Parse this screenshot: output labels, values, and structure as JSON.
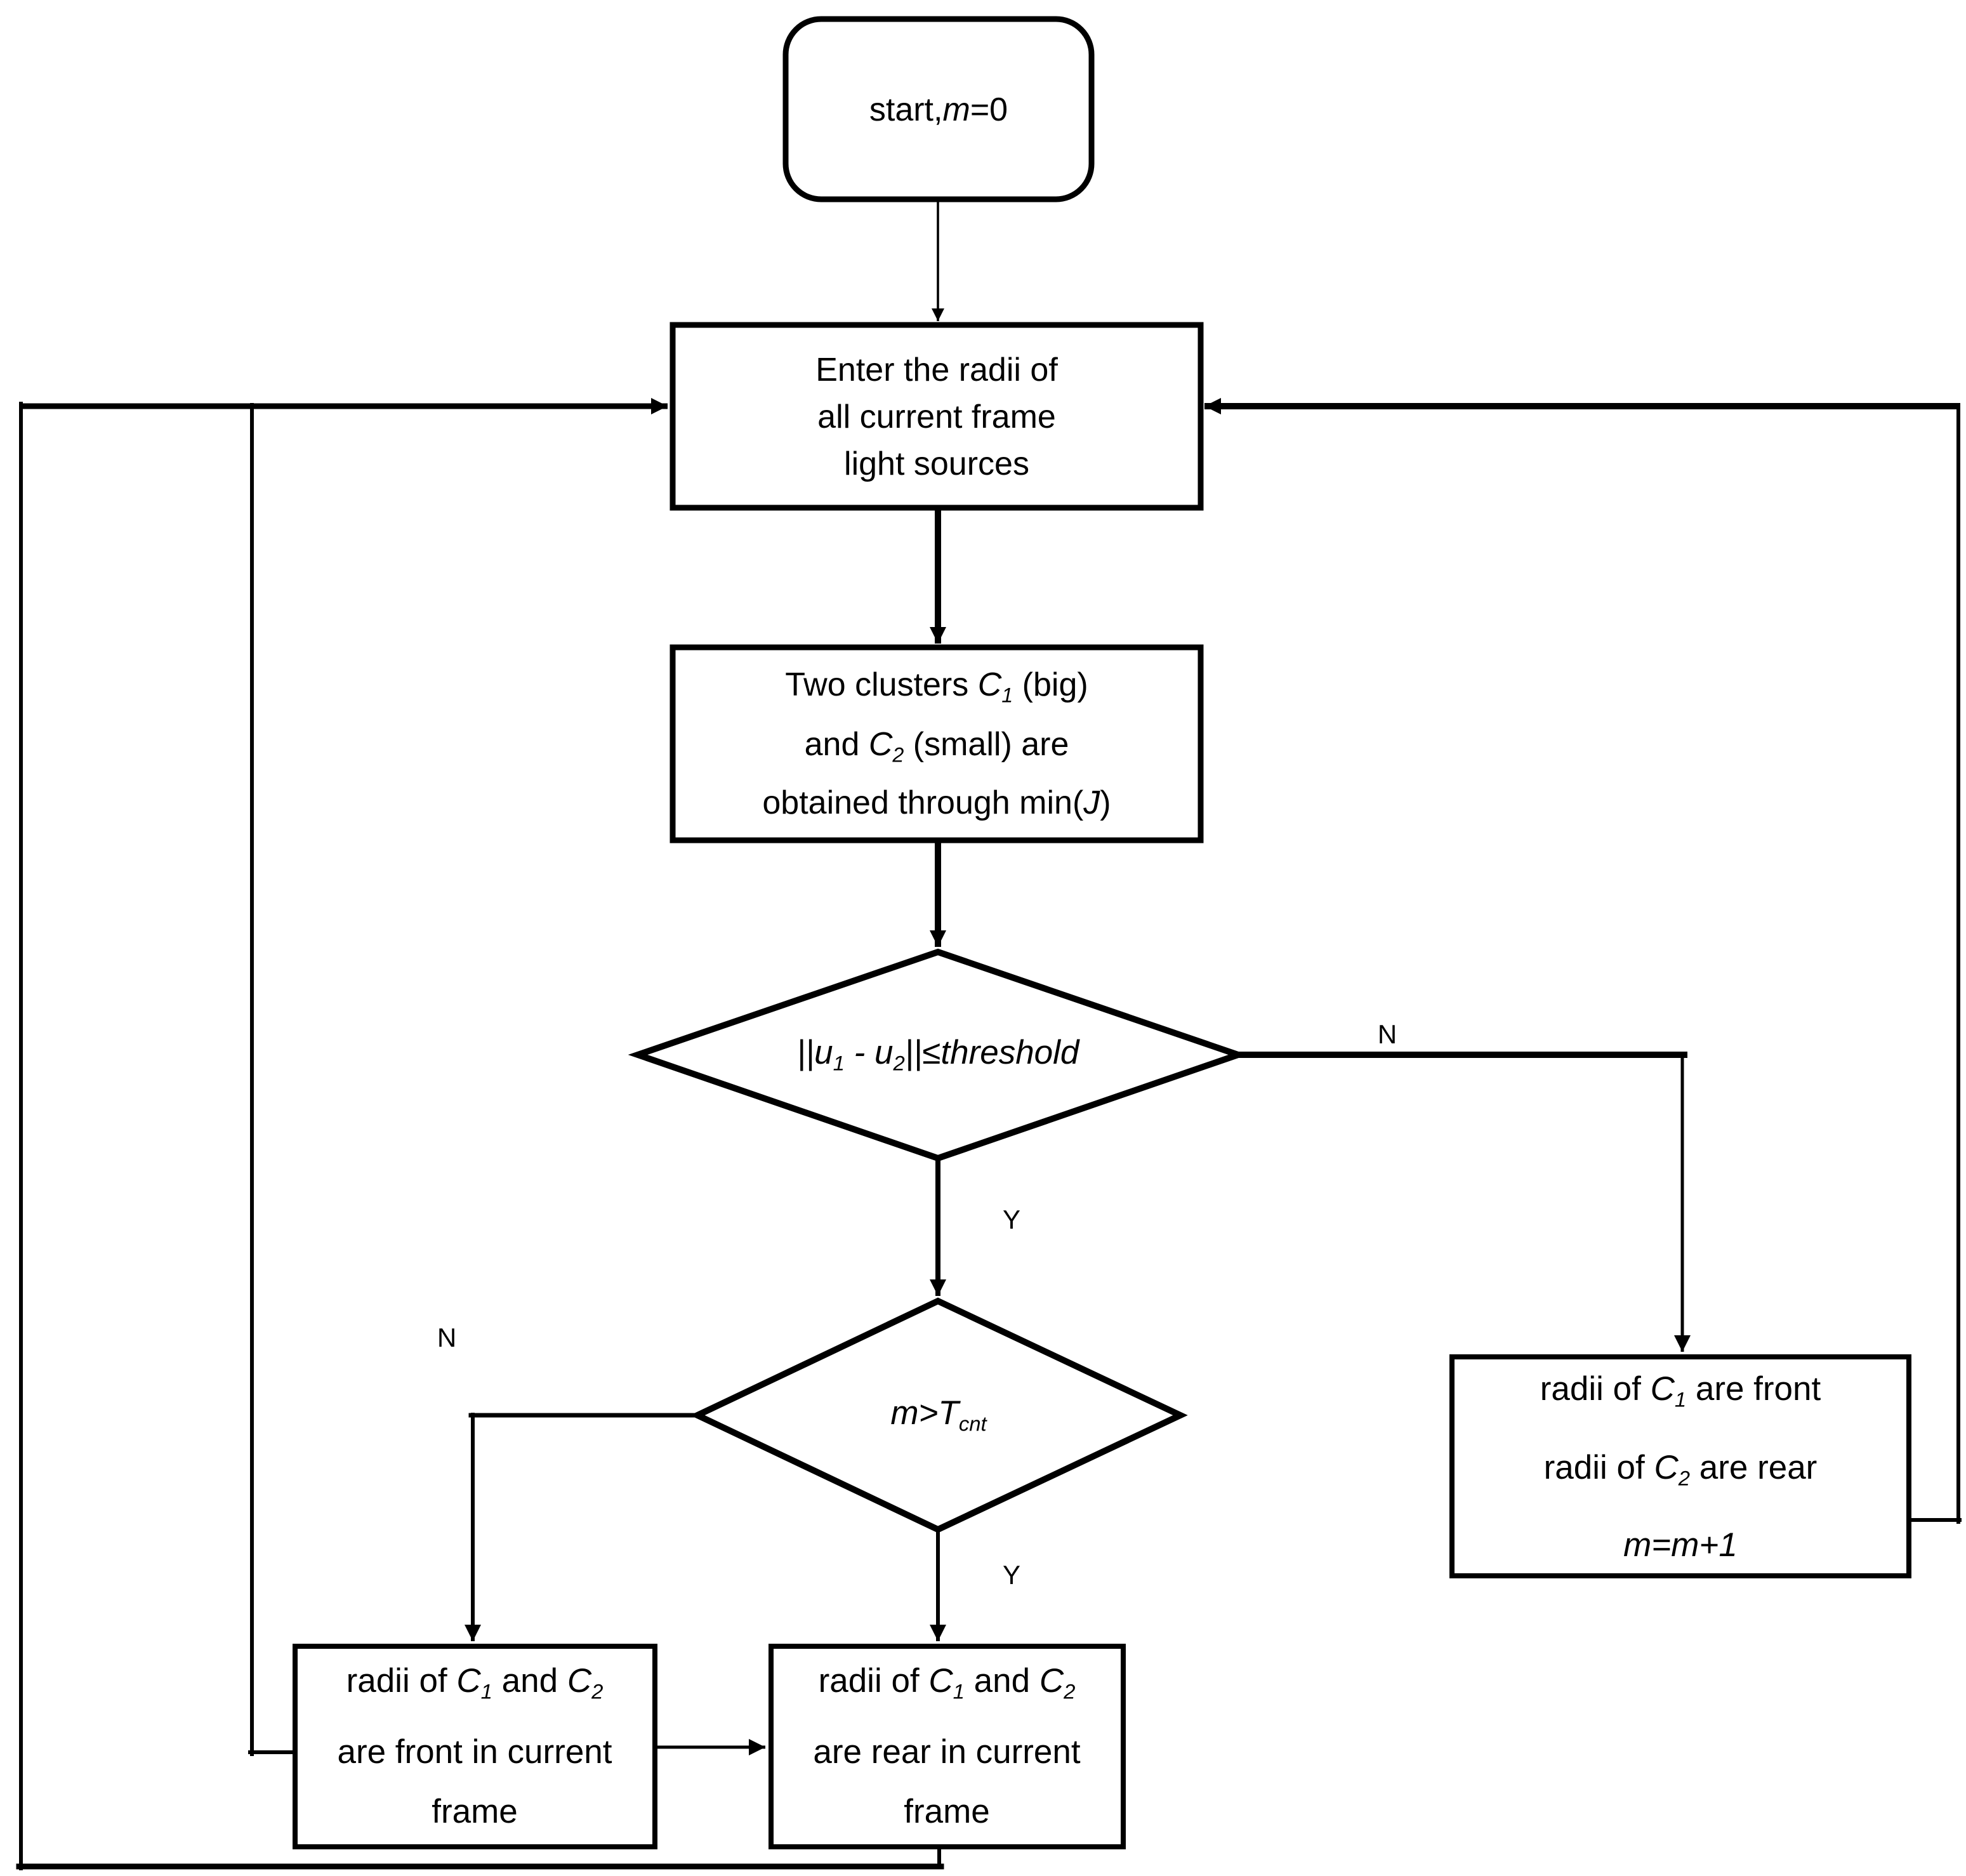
{
  "diagram": {
    "type": "flowchart",
    "colors": {
      "stroke": "#000000",
      "background": "#ffffff"
    },
    "nodes": {
      "start": {
        "shape": "terminator",
        "lines": [
          [
            {
              "t": "start,"
            },
            {
              "t": "m",
              "s": "i"
            },
            {
              "t": "=0"
            }
          ]
        ]
      },
      "enter_radii": {
        "shape": "process",
        "lines": [
          [
            {
              "t": "Enter the radii of"
            }
          ],
          [
            {
              "t": "all current frame"
            }
          ],
          [
            {
              "t": "light sources"
            }
          ]
        ]
      },
      "two_clusters": {
        "shape": "process",
        "lines": [
          [
            {
              "t": "Two clusters "
            },
            {
              "t": "C",
              "s": "i"
            },
            {
              "t": "1",
              "s": "isub"
            },
            {
              "t": " (big)"
            }
          ],
          [
            {
              "t": "and "
            },
            {
              "t": "C",
              "s": "i"
            },
            {
              "t": "2",
              "s": "isub"
            },
            {
              "t": " (small) are"
            }
          ],
          [
            {
              "t": "obtained through min("
            },
            {
              "t": "J",
              "s": "i"
            },
            {
              "t": ")"
            }
          ]
        ]
      },
      "threshold_check": {
        "shape": "decision",
        "lines": [
          [
            {
              "t": "||u",
              "s": "i"
            },
            {
              "t": "1",
              "s": "isub"
            },
            {
              "t": " - u",
              "s": "i"
            },
            {
              "t": "2",
              "s": "isub"
            },
            {
              "t": "||≤threshold",
              "s": "i"
            }
          ]
        ]
      },
      "counter_check": {
        "shape": "decision",
        "lines": [
          [
            {
              "t": "m>T",
              "s": "i"
            },
            {
              "t": "cnt",
              "s": "isub"
            }
          ]
        ]
      },
      "front_current": {
        "shape": "process",
        "lines": [
          [
            {
              "t": "radii of "
            },
            {
              "t": "C",
              "s": "i"
            },
            {
              "t": "1",
              "s": "isub"
            },
            {
              "t": " and "
            },
            {
              "t": "C",
              "s": "i"
            },
            {
              "t": "2",
              "s": "isub"
            }
          ],
          [
            {
              "t": "are front in current"
            }
          ],
          [
            {
              "t": "frame"
            }
          ]
        ]
      },
      "rear_current": {
        "shape": "process",
        "lines": [
          [
            {
              "t": "radii of "
            },
            {
              "t": "C",
              "s": "i"
            },
            {
              "t": "1",
              "s": "isub"
            },
            {
              "t": " and "
            },
            {
              "t": "C",
              "s": "i"
            },
            {
              "t": "2",
              "s": "isub"
            }
          ],
          [
            {
              "t": "are rear in current"
            }
          ],
          [
            {
              "t": "frame"
            }
          ]
        ]
      },
      "front_rear_assign": {
        "shape": "process",
        "lines": [
          [
            {
              "t": "radii of "
            },
            {
              "t": "C",
              "s": "i"
            },
            {
              "t": "1",
              "s": "isub"
            },
            {
              "t": " are front"
            }
          ],
          [
            {
              "t": "radii of "
            },
            {
              "t": "C",
              "s": "i"
            },
            {
              "t": "2",
              "s": "isub"
            },
            {
              "t": " are rear"
            }
          ],
          [
            {
              "t": "m=m+1",
              "s": "i"
            }
          ]
        ]
      }
    },
    "labels": {
      "threshold_no": "N",
      "threshold_yes": "Y",
      "counter_no": "N",
      "counter_yes": "Y"
    },
    "edges": [
      {
        "from": "start",
        "to": "enter_radii",
        "label": ""
      },
      {
        "from": "enter_radii",
        "to": "two_clusters",
        "label": ""
      },
      {
        "from": "two_clusters",
        "to": "threshold_check",
        "label": ""
      },
      {
        "from": "threshold_check",
        "to": "front_rear_assign",
        "label": "N"
      },
      {
        "from": "threshold_check",
        "to": "counter_check",
        "label": "Y"
      },
      {
        "from": "counter_check",
        "to": "front_current",
        "label": "N"
      },
      {
        "from": "counter_check",
        "to": "rear_current",
        "label": "Y"
      },
      {
        "from": "front_current",
        "to": "rear_current",
        "label": ""
      },
      {
        "from": "front_current",
        "to": "enter_radii",
        "label": ""
      },
      {
        "from": "rear_current",
        "to": "enter_radii",
        "label": ""
      },
      {
        "from": "front_rear_assign",
        "to": "enter_radii",
        "label": ""
      }
    ]
  }
}
